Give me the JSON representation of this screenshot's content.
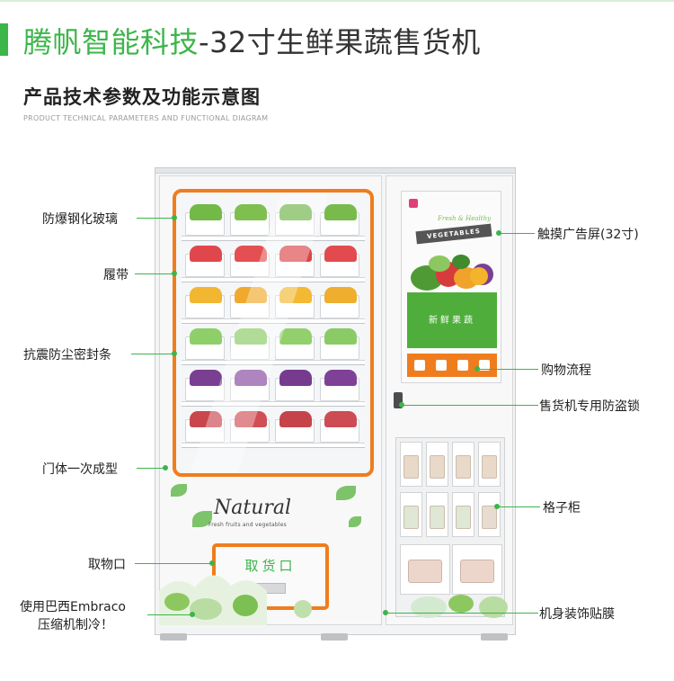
{
  "header": {
    "brand": "腾帆智能科技",
    "product": "-32寸生鲜果蔬售货机"
  },
  "section": {
    "title_zh": "产品技术参数及功能示意图",
    "title_en": "PRODUCT TECHNICAL PARAMETERS AND FUNCTIONAL DIAGRAM"
  },
  "labels_left": [
    "防爆钢化玻璃",
    "履带",
    "抗震防尘密封条",
    "门体一次成型",
    "取物口",
    "使用巴西Embraco",
    "压缩机制冷！"
  ],
  "labels_right": [
    "触摸广告屏(32寸)",
    "购物流程",
    "售货机专用防盗锁",
    "格子柜",
    "机身装饰贴膜"
  ],
  "machine": {
    "pickup_text": "取货口",
    "decal_title": "Natural",
    "decal_subtitle": "Fresh fruits and vegetables",
    "screen_script": "Fresh & Healthy",
    "screen_banner": "VEGETABLES",
    "screen_zh": "新鲜果蔬"
  },
  "colors": {
    "accent_green": "#3cb54a",
    "accent_orange": "#ef7d1e",
    "text_dark": "#222222"
  },
  "icons": [
    "touch-screen-logo-icon",
    "anti-theft-lock-icon",
    "shopping-step-icons"
  ]
}
